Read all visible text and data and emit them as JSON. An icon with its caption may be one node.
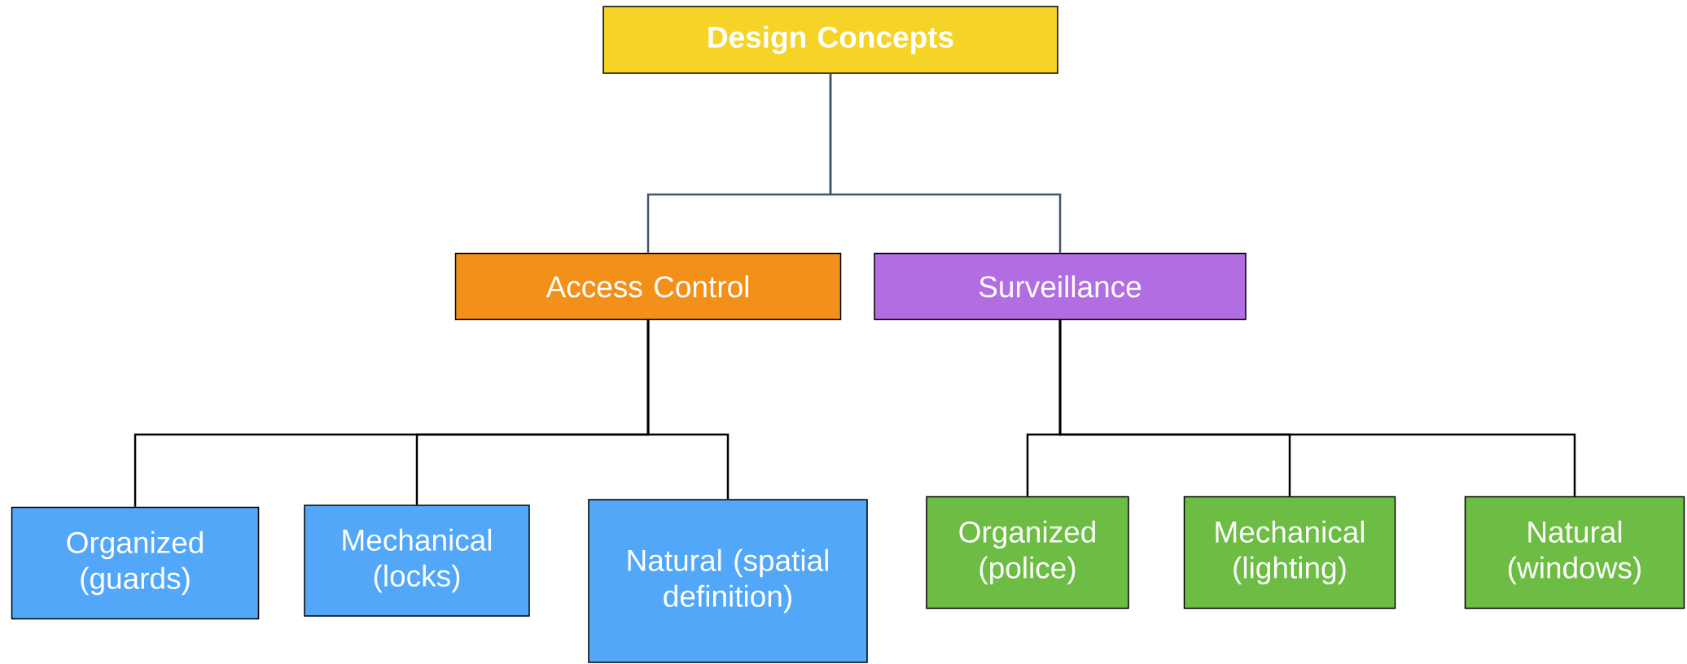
{
  "diagram": {
    "nodes": [
      {
        "text": [
          "Design Concepts"
        ]
      },
      {
        "text": [
          "Access Control"
        ]
      },
      {
        "text": [
          "Surveillance"
        ]
      },
      {
        "text": [
          "Organized (guards)"
        ]
      },
      {
        "text": [
          "Mechanical (locks)"
        ]
      },
      {
        "text": [
          "Natural (spatial definition)"
        ]
      },
      {
        "text": [
          "Organized (police)"
        ]
      },
      {
        "text": [
          "Mechanical (lighting)"
        ]
      },
      {
        "text": [
          "Natural (windows)"
        ]
      }
    ],
    "edges": [
      {
        "from": 0,
        "to": 1,
        "arrow": "none",
        "color": "#44546a"
      },
      {
        "from": 0,
        "to": 2,
        "arrow": "none",
        "color": "#44546a"
      },
      {
        "from": 1,
        "to": 3,
        "arrow": "none"
      },
      {
        "from": 1,
        "to": 4,
        "arrow": "none"
      },
      {
        "from": 1,
        "to": 5,
        "arrow": "none"
      },
      {
        "from": 2,
        "to": 6,
        "arrow": "none"
      },
      {
        "from": 2,
        "to": 7,
        "arrow": "none"
      },
      {
        "from": 2,
        "to": 8,
        "arrow": "none"
      }
    ]
  }
}
